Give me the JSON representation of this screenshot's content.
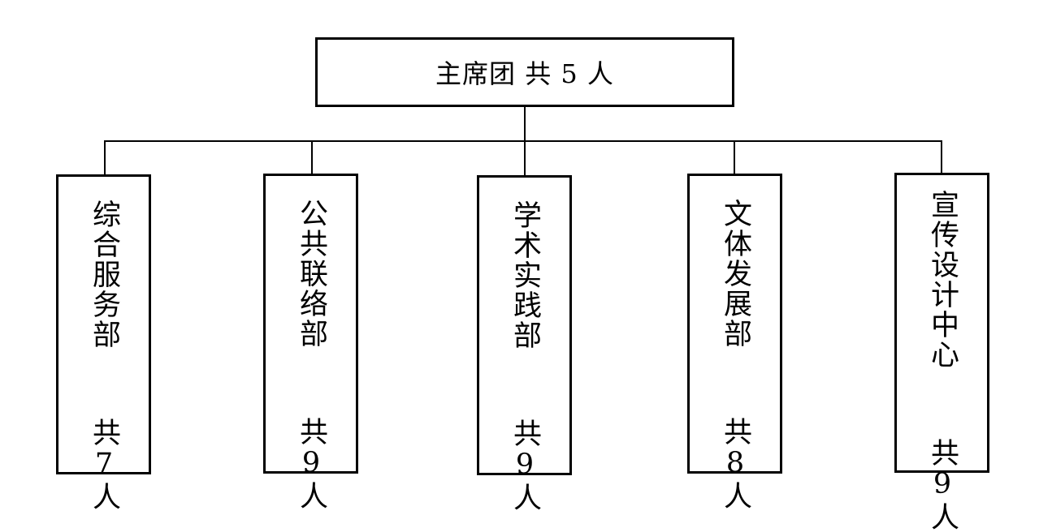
{
  "top": {
    "label": "主席团  共 5 人"
  },
  "departments": [
    {
      "label": "综合服务部  共7人"
    },
    {
      "label": "公共联络部  共9人"
    },
    {
      "label": "学术实践部  共9人"
    },
    {
      "label": "文体发展部  共8人"
    },
    {
      "label": "宣传设计中心  共9人"
    }
  ],
  "colors": {
    "stroke": "#000000",
    "background": "#ffffff"
  }
}
